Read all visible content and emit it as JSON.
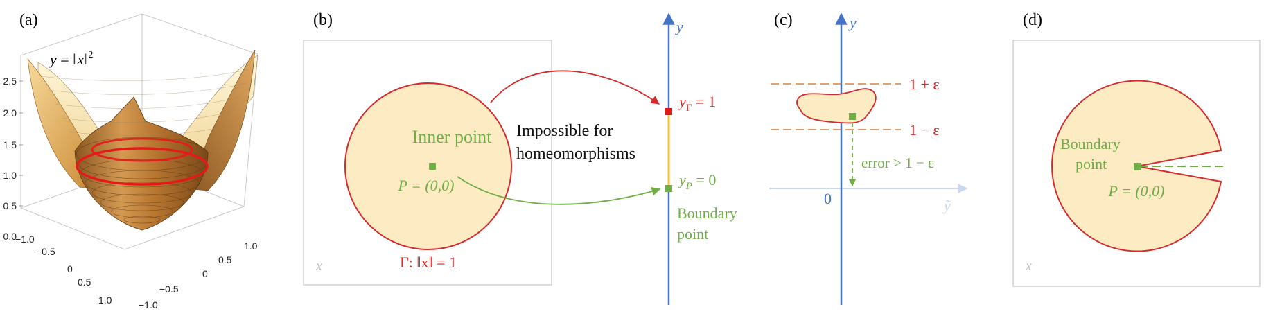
{
  "colors": {
    "red": "#d42a2a",
    "green": "#70ad47",
    "blue": "#4472c4",
    "light_blue": "#c9d8ee",
    "fill": "#fdebc4",
    "orange": "#e0945a",
    "yellow": "#f2c230",
    "gray": "#bfbfbf"
  },
  "panel_a": {
    "label": "(a)",
    "formula_lhs": "y",
    "formula_eq": " = ",
    "formula_norm_open": "‖",
    "formula_x": "x",
    "formula_norm_close": "‖",
    "formula_sup": "2",
    "z_ticks": [
      "2.5",
      "2.0",
      "1.5",
      "1.0",
      "0.5",
      "0.0"
    ],
    "left_ticks": [
      "−1.0",
      "−0.5",
      "0",
      "0.5",
      "1.0"
    ],
    "right_ticks": [
      "1.0",
      "0.5",
      "0",
      "−0.5",
      "−1.0"
    ]
  },
  "panel_b": {
    "label": "(b)",
    "inner_point_label": "Inner point",
    "point_label": "P = (0,0)",
    "gamma_label": "Γ: ‖x‖ = 1",
    "x_label": "x",
    "impossible_line1": "Impossible for",
    "impossible_line2": "homeomorphisms",
    "y_axis_label": "y",
    "y_gamma_label": "y",
    "y_gamma_sub": "Γ",
    "y_gamma_value": " = 1",
    "y_p_label": "y",
    "y_p_sub": "P",
    "y_p_value": " = 0",
    "boundary_line1": "Boundary",
    "boundary_line2": "point"
  },
  "panel_c": {
    "label": "(c)",
    "y_axis_label": "y",
    "upper_label": "1 + ε",
    "lower_label": "1 − ε",
    "error_label": "error > 1 − ε",
    "zero_label": "0",
    "y_tilde_label": "ỹ"
  },
  "panel_d": {
    "label": "(d)",
    "boundary_line1": "Boundary",
    "boundary_line2": "point",
    "point_label": "P = (0,0)",
    "x_label": "x"
  }
}
